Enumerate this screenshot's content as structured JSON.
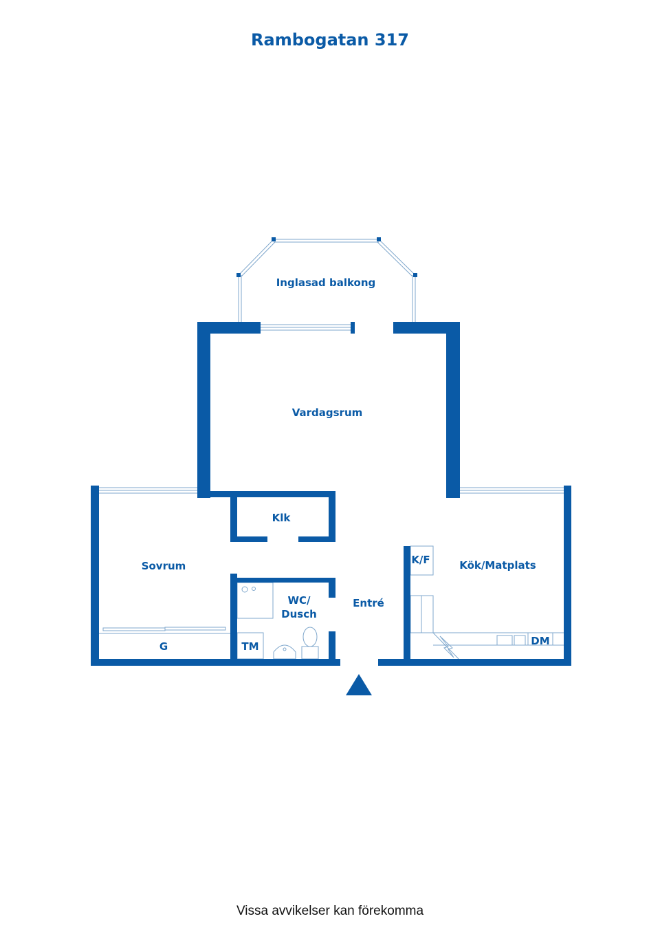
{
  "title": "Rambogatan 317",
  "footer": "Vissa avvikelser kan förekomma",
  "colors": {
    "wall": "#0a5aa6",
    "text": "#0a5aa6",
    "fixture": "#7fa7cc"
  },
  "rooms": {
    "balcony": "Inglasad balkong",
    "living": "Vardagsrum",
    "closet": "Klk",
    "bedroom": "Sovrum",
    "wardrobe": "G",
    "bathroom": "WC/\nDusch",
    "bathroom_line1": "WC/",
    "bathroom_line2": "Dusch",
    "washer": "TM",
    "hall": "Entré",
    "fridge": "K/F",
    "kitchen": "Kök/Matplats",
    "dishwasher": "DM"
  },
  "icons": {
    "entrance": "entrance-arrow-icon"
  }
}
